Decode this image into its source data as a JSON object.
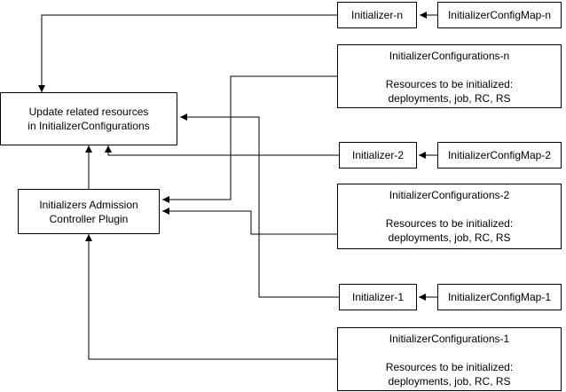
{
  "diagram": {
    "nodes": {
      "update": [
        "Update related resources",
        "in InitializerConfigurations"
      ],
      "plugin": [
        "Initializers Admission",
        "Controller Plugin"
      ],
      "init_n": "Initializer-n",
      "cm_n": "InitializerConfigMap-n",
      "conf_n": {
        "title": "InitializerConfigurations-n",
        "lines": [
          "Resources to be initialized:",
          "deployments,  job, RC, RS"
        ]
      },
      "init_2": "Initializer-2",
      "cm_2": "InitializerConfigMap-2",
      "conf_2": {
        "title": "InitializerConfigurations-2",
        "lines": [
          "Resources to be initialized:",
          "deployments,  job, RC, RS"
        ]
      },
      "init_1": "Initializer-1",
      "cm_1": "InitializerConfigMap-1",
      "conf_1": {
        "title": "InitializerConfigurations-1",
        "lines": [
          "Resources to be initialized:",
          "deployments,  job, RC, RS"
        ]
      }
    },
    "edges": [
      {
        "from": "cm_n",
        "to": "init_n"
      },
      {
        "from": "init_n",
        "to": "update"
      },
      {
        "from": "conf_n",
        "to": "plugin"
      },
      {
        "from": "cm_2",
        "to": "init_2"
      },
      {
        "from": "init_2",
        "to": "update"
      },
      {
        "from": "conf_2",
        "to": "plugin"
      },
      {
        "from": "cm_1",
        "to": "init_1"
      },
      {
        "from": "init_1",
        "to": "update"
      },
      {
        "from": "conf_1",
        "to": "plugin"
      },
      {
        "from": "plugin",
        "to": "update"
      }
    ],
    "colors": {
      "stroke": "#000000",
      "fill": "#ffffff",
      "text": "#000000"
    }
  }
}
